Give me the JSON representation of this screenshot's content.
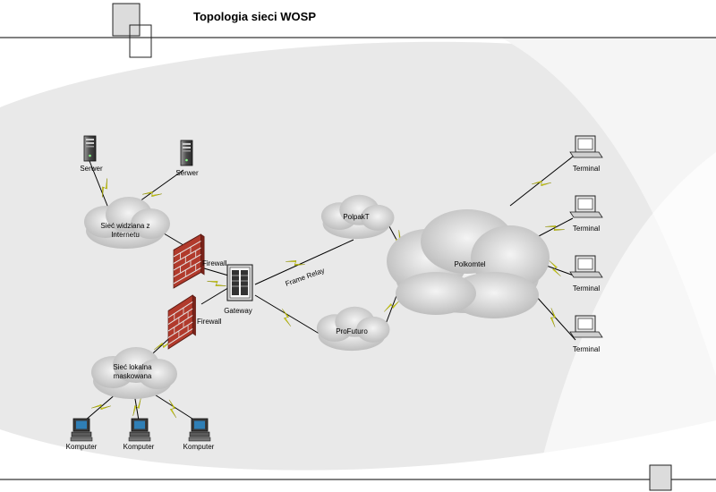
{
  "title": "Topologia sieci WOSP",
  "colors": {
    "background_band": "#e9e9e9",
    "cloud": "#d2d2d2",
    "lightning": "#e8e800",
    "firewall_brick": "#b13a2c",
    "mortar": "#e6e6e6",
    "line": "#000000"
  },
  "nodes": {
    "server_1": {
      "label": "Serwer",
      "icon": "server-tower-icon"
    },
    "server_2": {
      "label": "Serwer",
      "icon": "server-tower-icon"
    },
    "internet_cloud": {
      "label_line1": "Sieć widziana z",
      "label_line2": "Internetu",
      "icon": "cloud-icon"
    },
    "firewall_1": {
      "label": "Firewall",
      "icon": "brick-firewall-icon"
    },
    "firewall_2": {
      "label": "Firewall",
      "icon": "brick-firewall-icon"
    },
    "gateway": {
      "label": "Gateway",
      "icon": "gateway-server-icon"
    },
    "polpakt": {
      "label": "PolpakT",
      "icon": "cloud-icon"
    },
    "profuturo": {
      "label": "ProFuturo",
      "icon": "cloud-icon"
    },
    "polkomtel": {
      "label": "Polkomtel",
      "icon": "cloud-icon"
    },
    "local_cloud": {
      "label_line1": "Sieć lokalna",
      "label_line2": "maskowana",
      "icon": "cloud-icon"
    },
    "computers": [
      {
        "label": "Komputer",
        "icon": "desktop-computer-icon"
      },
      {
        "label": "Komputer",
        "icon": "desktop-computer-icon"
      },
      {
        "label": "Komputer",
        "icon": "desktop-computer-icon"
      }
    ],
    "terminals": [
      {
        "label": "Terminal",
        "icon": "terminal-monitor-icon"
      },
      {
        "label": "Terminal",
        "icon": "terminal-monitor-icon"
      },
      {
        "label": "Terminal",
        "icon": "terminal-monitor-icon"
      },
      {
        "label": "Terminal",
        "icon": "terminal-monitor-icon"
      }
    ]
  },
  "links": {
    "frame_relay": "Frame Relay"
  }
}
